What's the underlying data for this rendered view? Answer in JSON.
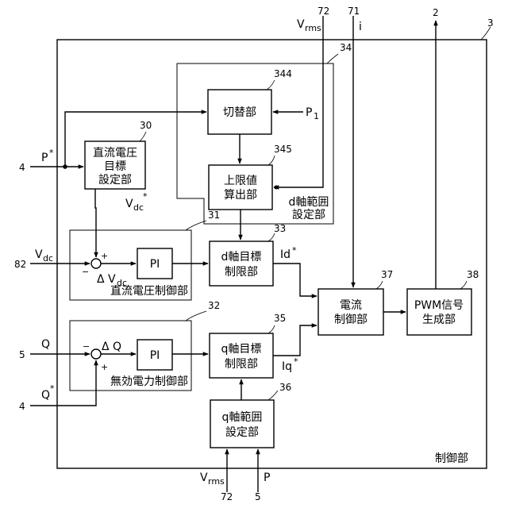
{
  "frame_label": "制御部",
  "ref_numbers": {
    "control_unit": "3",
    "output_target": "2",
    "d_axis_range_group": "34",
    "dc_voltage_target_block": "30",
    "dc_voltage_control_group": "31",
    "reactive_power_control_group": "32",
    "d_axis_target_limiter": "33",
    "q_axis_target_limiter": "35",
    "q_axis_range_block": "36",
    "current_control_block": "37",
    "pwm_block": "38",
    "switch_block": "344",
    "upper_limit_block": "345",
    "input_p_star_source": "4",
    "input_q_star_source": "4",
    "input_vdc_source": "82",
    "input_q_source": "5",
    "input_vrms_top_source": "72",
    "input_i_source": "71",
    "input_vrms_bottom_source": "72",
    "input_p_bottom_source": "5"
  },
  "blocks": {
    "switch": "切替部",
    "dc_target_l1": "直流電圧",
    "dc_target_l2": "目標",
    "dc_target_l3": "設定部",
    "upper_limit_l1": "上限値",
    "upper_limit_l2": "算出部",
    "pi_dc": "PI",
    "pi_q": "PI",
    "d_target_l1": "d軸目標",
    "d_target_l2": "制限部",
    "q_target_l1": "q軸目標",
    "q_target_l2": "制限部",
    "current_l1": "電流",
    "current_l2": "制御部",
    "pwm_l1": "PWM信号",
    "pwm_l2": "生成部",
    "q_range_l1": "q軸範囲",
    "q_range_l2": "設定部"
  },
  "group_labels": {
    "d_range_l1": "d軸範囲",
    "d_range_l2": "設定部",
    "dc_voltage_control": "直流電圧制御部",
    "reactive_power_control": "無効電力制御部"
  },
  "signals": {
    "p_star": "P",
    "q_star": "Q",
    "star": "*",
    "vdc": "V",
    "vdc_sub": "dc",
    "vdc_star": "V",
    "vdc_star_sub": "dc",
    "delta_vdc": "Δ V",
    "delta_vdc_sub": "dc",
    "q": "Q",
    "delta_q": "Δ Q",
    "vrms_top": "V",
    "vrms_top_sub": "rms",
    "i": "i",
    "p1": "P",
    "p1_sub": "1",
    "id_star": "Id",
    "iq_star": "Iq",
    "vrms_bottom": "V",
    "vrms_bottom_sub": "rms",
    "p_bottom": "P"
  },
  "summing_signs": {
    "dc_plus": "+",
    "dc_minus": "−",
    "q_minus": "−",
    "q_plus": "+"
  }
}
